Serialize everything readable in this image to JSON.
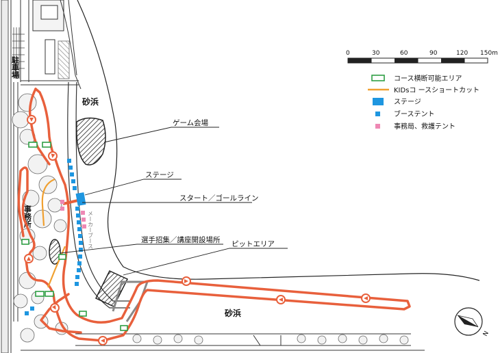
{
  "map": {
    "sand_label_north": "砂浜",
    "sand_label_south": "砂浜",
    "parking_label": "駐車場",
    "office_label": "事務所",
    "maker_booth_label": "メーカーブース",
    "callouts": {
      "game_venue": "ゲーム会場",
      "stage": "ステージ",
      "start_goal": "スタート／ゴールライン",
      "recruit_lecture": "選手招集／講座開設場所",
      "pit_area": "ピットエリア"
    },
    "scale": {
      "ticks": [
        "0",
        "30",
        "60",
        "90",
        "120",
        "150m"
      ]
    },
    "legend": [
      {
        "symbol": "crossing-area-symbol",
        "label": "コース横断可能エリア",
        "color": "#2e9e44"
      },
      {
        "symbol": "kids-shortcut-symbol",
        "label": "KIDsコ ースショートカット",
        "color": "#f0a030"
      },
      {
        "symbol": "stage-symbol",
        "label": "ステージ",
        "color": "#1e96e0"
      },
      {
        "symbol": "booth-tent-symbol",
        "label": "ブーステント",
        "color": "#1e96e0"
      },
      {
        "symbol": "office-tent-symbol",
        "label": "事務局、救護テント",
        "color": "#ee88b4"
      }
    ],
    "colors": {
      "course": "#e8603c",
      "direction_marker": "#e8603c"
    },
    "north_label": "N"
  }
}
